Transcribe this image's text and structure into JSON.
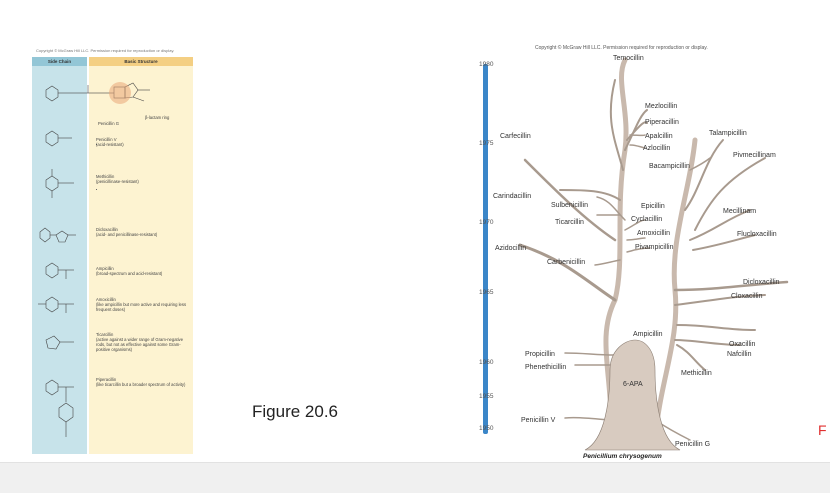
{
  "copyright": "Copyright © McGraw Hill LLC. Permission required for reproduction or display.",
  "table": {
    "header_side": "Side Chain",
    "header_base": "Basic Structure",
    "basic_label": "Penicillin G",
    "beta_label": "β-lactam ring",
    "rows": [
      {
        "name": "Penicillin V",
        "note": "(acid-resistant)"
      },
      {
        "name": "Methicillin",
        "note": "(penicillinase-resistant)"
      },
      {
        "name": "Dicloxacillin",
        "note": "(acid- and penicillinase-resistant)"
      },
      {
        "name": "Ampicillin",
        "note": "(broad-spectrum and acid-resistant)"
      },
      {
        "name": "Amoxicillin",
        "note": "(like ampicillin but more active and requiring less frequent doses)"
      },
      {
        "name": "Ticarcillin",
        "note": "(active against a wider range of Gram-negative rods, but not as effective against some Gram-positive organisms)"
      },
      {
        "name": "Piperacillin",
        "note": "(like ticarcillin but a broader spectrum of activity)"
      }
    ]
  },
  "figure_label": "Figure 20.6",
  "tree": {
    "years": [
      "1980",
      "1975",
      "1970",
      "1965",
      "1960",
      "1955",
      "1950"
    ],
    "labels": {
      "temocillin": "Temocillin",
      "mezlocillin": "Mezlocillin",
      "piperacillin": "Piperacillin",
      "apalcillin": "Apalcillin",
      "azlocillin": "Azlocillin",
      "talampicillin": "Talampicillin",
      "carfecillin": "Carfecillin",
      "pivmecillinam": "Pivmecillinam",
      "bacampicillin": "Bacampicillin",
      "carindacillin": "Carindacillin",
      "sulbenicillin": "Sulbenicillin",
      "epicillin": "Epicillin",
      "ticarcillin": "Ticarcillin",
      "cyclacillin": "Cyclacillin",
      "mecillinam": "Mecillinam",
      "amoxicillin": "Amoxicillin",
      "flucloxacillin": "Flucloxacillin",
      "azidocillin": "Azidocillin",
      "pivampicillin": "Pivampicillin",
      "carbenicillin": "Carbenicillin",
      "dicloxacillin": "Dicloxacillin",
      "cloxacillin": "Cloxacillin",
      "ampicillin": "Ampicillin",
      "oxacillin": "Oxacillin",
      "nafcillin": "Nafcillin",
      "propicillin": "Propicillin",
      "phenethicillin": "Phenethicillin",
      "methicillin": "Methicillin",
      "six_apa": "6-APA",
      "penicillin_v": "Penicillin V",
      "penicillin_g": "Penicillin G"
    },
    "caption": "Penicillium chrysogenum"
  },
  "red_fragment": "F",
  "colors": {
    "trunk": "#d8cbc0",
    "trunk_stroke": "#8a7d72",
    "timeline": "#3b86c8",
    "side_col": "#c7e3ea",
    "base_col": "#fdf3d1"
  }
}
